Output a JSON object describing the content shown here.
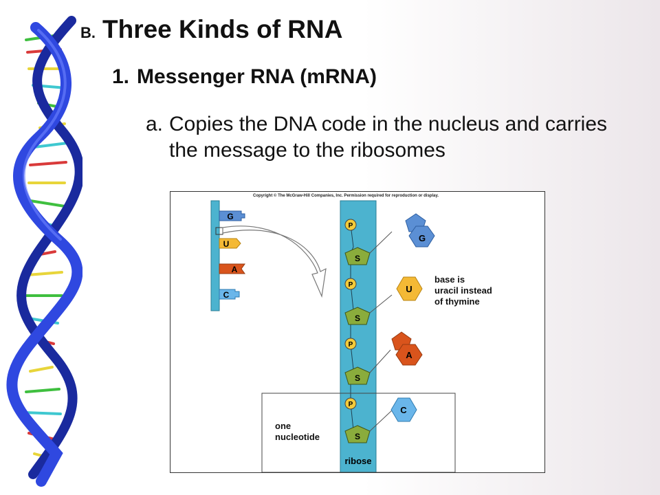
{
  "slide": {
    "heading_letter": "B.",
    "heading_text": "Three Kinds of RNA",
    "level1_number": "1.",
    "level1_text": "Messenger RNA (mRNA)",
    "level2_letter": "a.",
    "level2_text": "Copies the DNA code in the nucleus and carries the message to the ribosomes"
  },
  "figure": {
    "copyright": "Copyright © The McGraw-Hill Companies, Inc. Permission required for reproduction or display.",
    "strand_bases": [
      "G",
      "U",
      "A",
      "C"
    ],
    "phosphate_label": "P",
    "sugar_label": "S",
    "nucleotide_bases": [
      "G",
      "U",
      "A",
      "C"
    ],
    "base_note_line1": "base is",
    "base_note_line2": "uracil instead",
    "base_note_line3": "of thymine",
    "nucleotide_label_line1": "one",
    "nucleotide_label_line2": "nucleotide",
    "ribose_label": "ribose"
  },
  "colors": {
    "backbone": "#4cb3cf",
    "base_g": "#5b8fd4",
    "base_u": "#f4b935",
    "base_a": "#d9541c",
    "base_c": "#6ab6ea",
    "phosphate": "#f2cb3a",
    "sugar": "#8aac3c",
    "helix": "#2a3fd6"
  }
}
